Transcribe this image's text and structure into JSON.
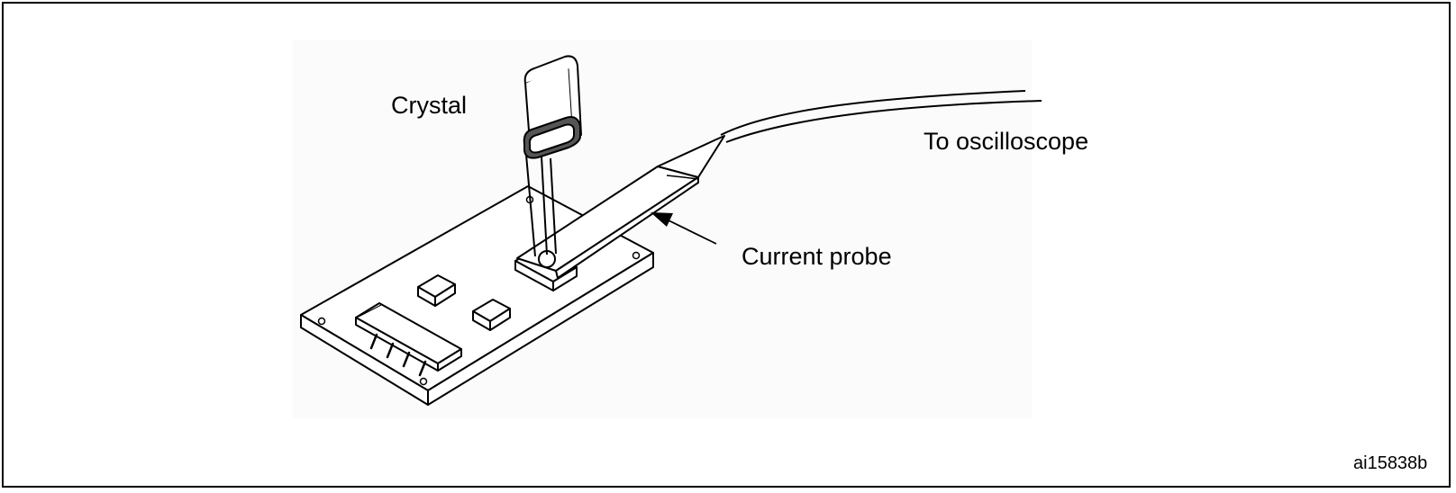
{
  "labels": {
    "crystal": "Crystal",
    "oscilloscope": "To oscilloscope",
    "current_probe": "Current probe"
  },
  "figure_id": "ai15838b",
  "colors": {
    "stroke": "#000000",
    "shadow": "#dcdcdc",
    "background": "#ffffff"
  }
}
